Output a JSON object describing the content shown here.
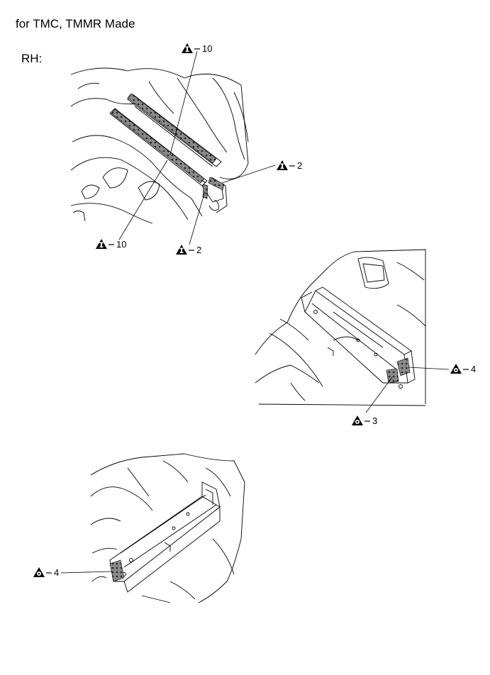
{
  "header": {
    "title": "for TMC, TMMR Made"
  },
  "side": {
    "label": "RH:"
  },
  "figures": [
    {
      "callouts": [
        {
          "symbol": "triangle-i",
          "label": "10"
        },
        {
          "symbol": "triangle-i",
          "label": "2"
        },
        {
          "symbol": "triangle-i",
          "label": "10"
        },
        {
          "symbol": "triangle-i",
          "label": "2"
        }
      ]
    },
    {
      "callouts": [
        {
          "symbol": "triangle-o",
          "label": "4"
        },
        {
          "symbol": "triangle-o",
          "label": "3"
        }
      ]
    },
    {
      "callouts": [
        {
          "symbol": "triangle-o",
          "label": "4"
        }
      ]
    }
  ],
  "colors": {
    "line": "#000000",
    "weld_area": "#777777",
    "background": "#ffffff"
  }
}
